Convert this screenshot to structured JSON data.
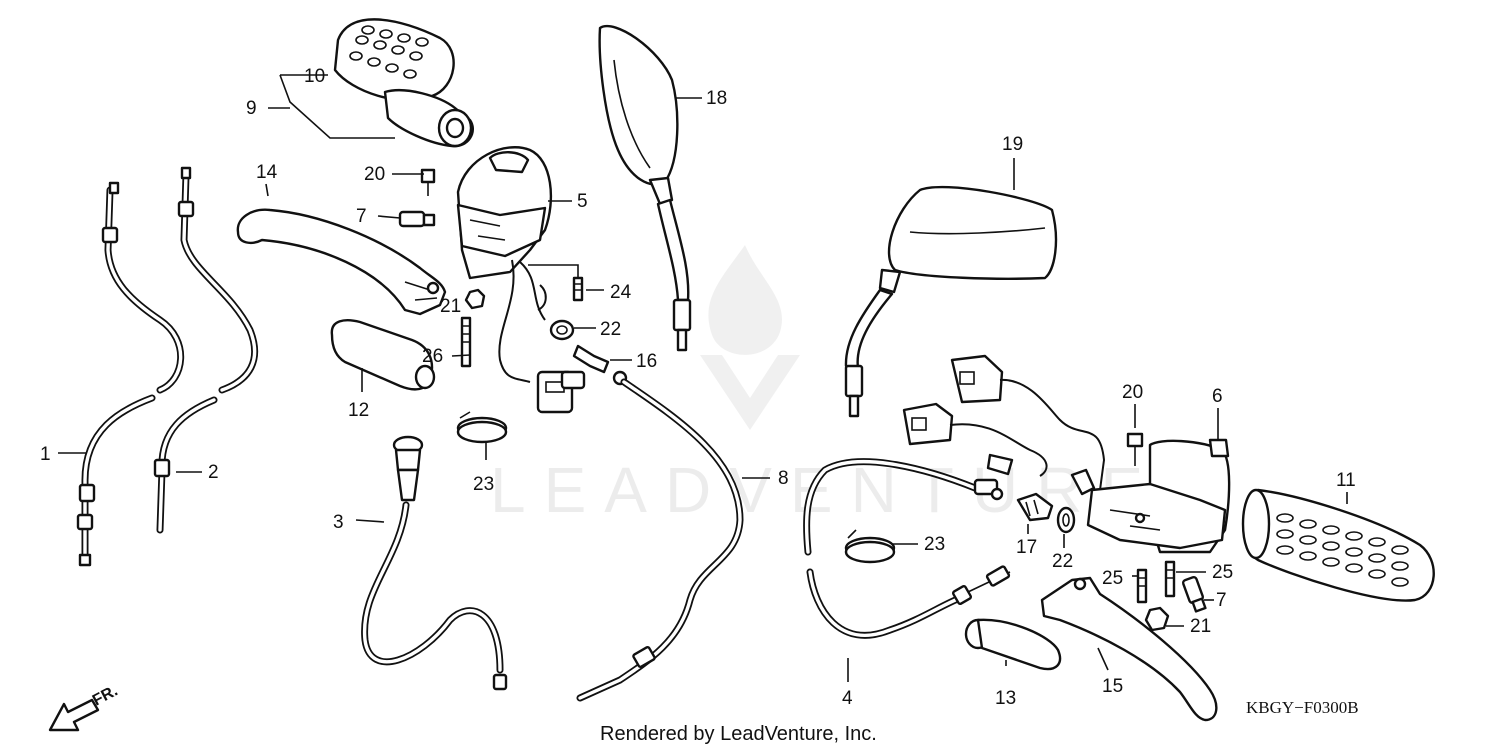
{
  "callouts": {
    "c1": "1",
    "c2": "2",
    "c3": "3",
    "c4": "4",
    "c5": "5",
    "c6": "6",
    "c7a": "7",
    "c7b": "7",
    "c8": "8",
    "c9": "9",
    "c10": "10",
    "c11": "11",
    "c12": "12",
    "c13": "13",
    "c14": "14",
    "c15": "15",
    "c16": "16",
    "c17": "17",
    "c18": "18",
    "c19": "19",
    "c20a": "20",
    "c20b": "20",
    "c21a": "21",
    "c21b": "21",
    "c22a": "22",
    "c22b": "22",
    "c23a": "23",
    "c23b": "23",
    "c24": "24",
    "c25a": "25",
    "c25b": "25",
    "c26": "26"
  },
  "direction_label": "FR.",
  "diagram_code": "KBGY−F0300B",
  "credit": "Rendered by LeadVenture, Inc.",
  "watermark": "LEADVENTURE"
}
